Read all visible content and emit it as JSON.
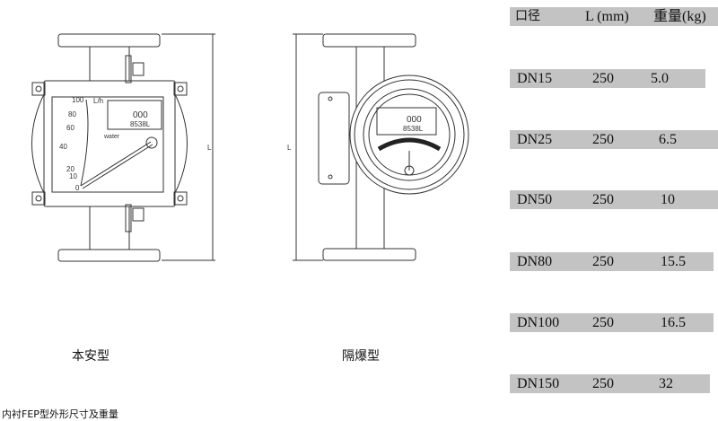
{
  "table": {
    "headers": [
      "口径",
      "L (mm)",
      "重量(kg)"
    ],
    "rows": [
      {
        "dn": "DN15",
        "l": "250",
        "weight": "5.0"
      },
      {
        "dn": "DN25",
        "l": "250",
        "weight": "6.5"
      },
      {
        "dn": "DN50",
        "l": "250",
        "weight": "10"
      },
      {
        "dn": "DN80",
        "l": "250",
        "weight": "15.5"
      },
      {
        "dn": "DN100",
        "l": "250",
        "weight": "16.5"
      },
      {
        "dn": "DN150",
        "l": "250",
        "weight": "32"
      }
    ]
  },
  "drawings": {
    "intrinsic": {
      "caption": "本安型",
      "dimension_label": "L",
      "scale": [
        "100",
        "80",
        "60",
        "40",
        "20",
        "10",
        "0"
      ],
      "unit": "L/h",
      "display_rate": "000",
      "display_total": "8538L",
      "fluid": "water"
    },
    "explosion": {
      "caption": "隔爆型",
      "dimension_label": "L",
      "display_rate": "000",
      "display_total": "8538L"
    }
  },
  "footer_note": "内衬FEP型外形尺寸及重量"
}
